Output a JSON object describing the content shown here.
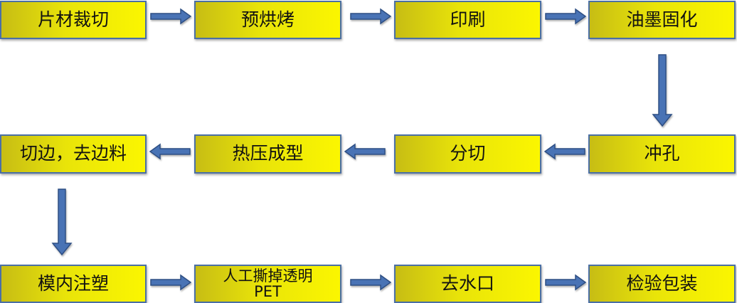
{
  "colors": {
    "box_fill_light": "#fbf600",
    "box_fill_dark": "#c7bd14",
    "box_border": "#4a6fa5",
    "arrow_fill": "#4a73b5",
    "arrow_stroke": "#2f4f84"
  },
  "steps": [
    {
      "label": "片材裁切"
    },
    {
      "label": "预烘烤"
    },
    {
      "label": "印刷"
    },
    {
      "label": "油墨固化"
    },
    {
      "label": "冲孔"
    },
    {
      "label": "分切"
    },
    {
      "label": "热压成型"
    },
    {
      "label": "切边，去边料"
    },
    {
      "label": "模内注塑"
    },
    {
      "label_line1": "人工撕掉透明",
      "label_line2": "PET"
    },
    {
      "label": "去水口"
    },
    {
      "label": "检验包装"
    }
  ]
}
